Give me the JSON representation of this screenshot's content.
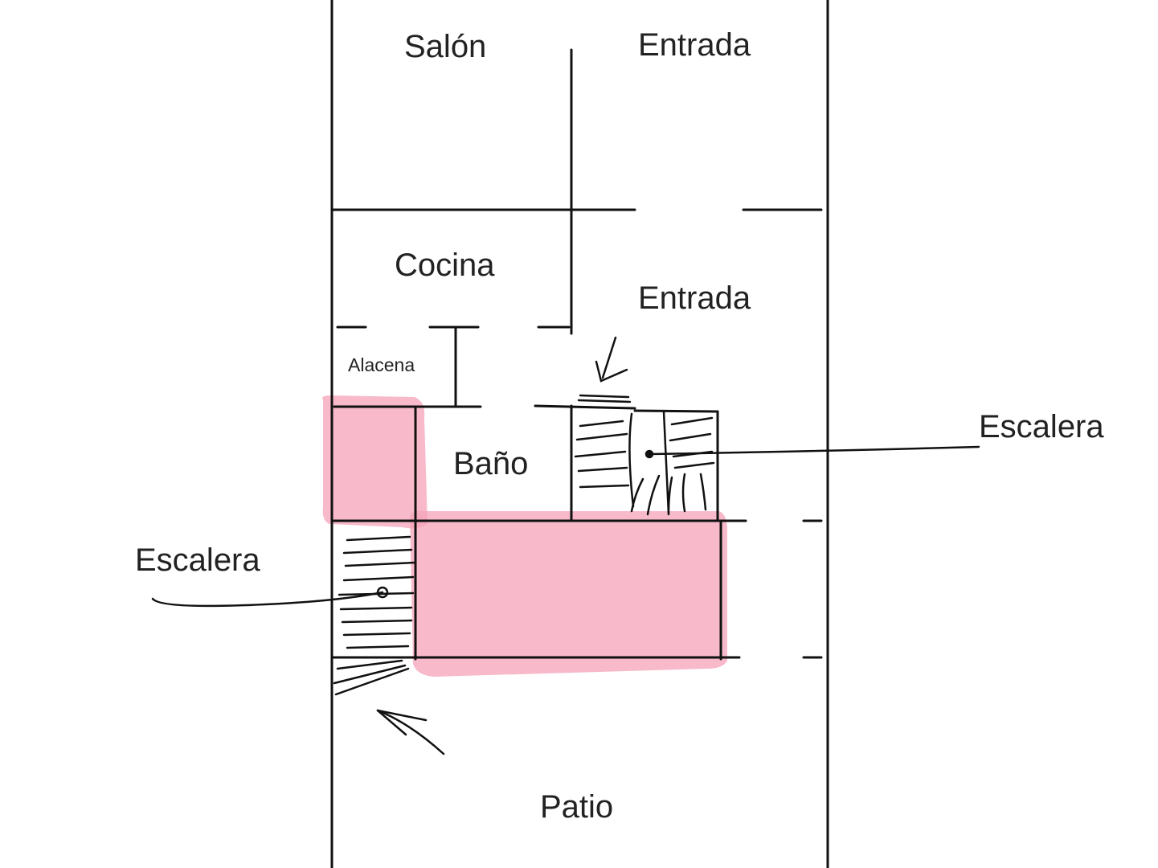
{
  "rooms": {
    "salon": "Salón",
    "entrada_top": "Entrada",
    "cocina": "Cocina",
    "entrada_mid": "Entrada",
    "alacena": "Alacena",
    "bano": "Baño",
    "patio": "Patio"
  },
  "annotations": {
    "escalera_right": "Escalera",
    "escalera_left": "Escalera"
  },
  "colors": {
    "ink": "#111111",
    "highlight": "#f5a3b8"
  }
}
